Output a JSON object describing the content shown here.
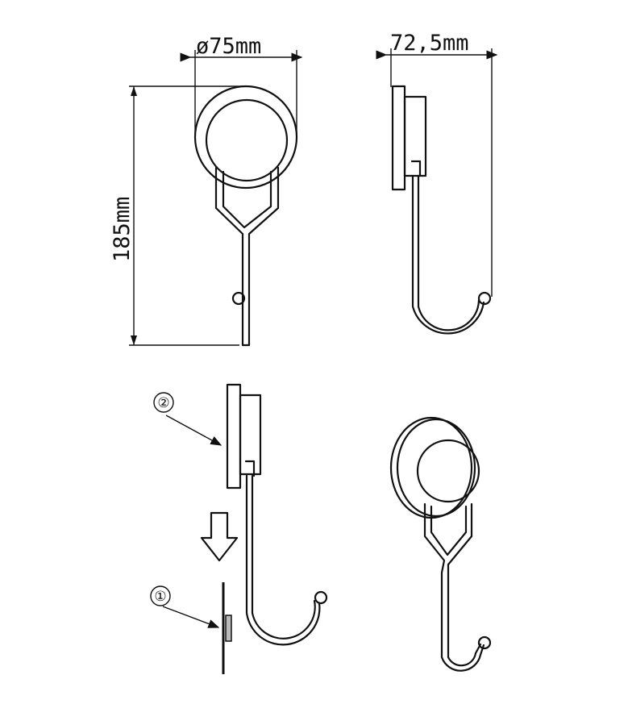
{
  "dimensions": {
    "diameter": "ø75mm",
    "height": "185mm",
    "depth": "72,5mm"
  },
  "callouts": {
    "step1": "①",
    "step2": "②"
  },
  "colors": {
    "line": "#111111",
    "background": "#ffffff"
  }
}
